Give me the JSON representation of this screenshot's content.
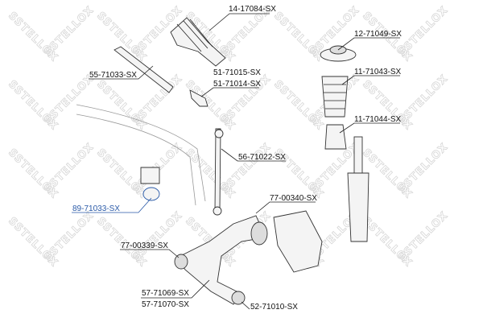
{
  "watermark": "STELLOX",
  "highlight_color": "#2a5aa8",
  "parts": [
    {
      "id": "p1",
      "label": "14-17084-SX"
    },
    {
      "id": "p2",
      "label": "12-71049-SX"
    },
    {
      "id": "p3",
      "label": "55-71033-SX"
    },
    {
      "id": "p4",
      "label": "51-71015-SX"
    },
    {
      "id": "p5",
      "label": "51-71014-SX"
    },
    {
      "id": "p6",
      "label": "11-71043-SX"
    },
    {
      "id": "p7",
      "label": "11-71044-SX"
    },
    {
      "id": "p8",
      "label": "56-71022-SX"
    },
    {
      "id": "p9",
      "label": "89-71033-SX",
      "highlighted": true
    },
    {
      "id": "p10",
      "label": "77-00340-SX"
    },
    {
      "id": "p11",
      "label": "77-00339-SX"
    },
    {
      "id": "p12",
      "label": "57-71069-SX"
    },
    {
      "id": "p13",
      "label": "57-71070-SX"
    },
    {
      "id": "p14",
      "label": "52-71010-SX"
    }
  ]
}
